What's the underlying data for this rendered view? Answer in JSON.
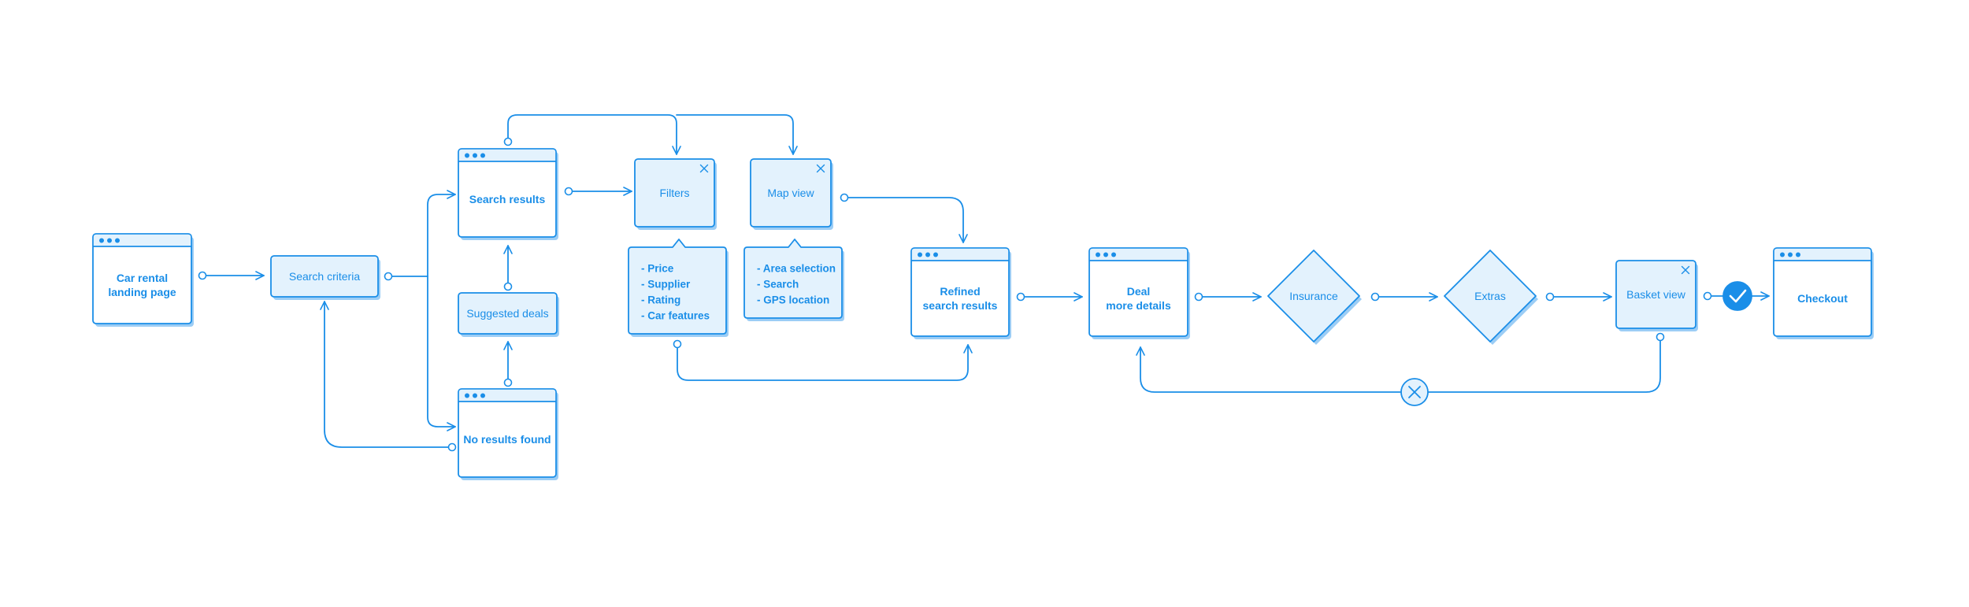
{
  "colors": {
    "stroke": "#1a8ee8",
    "fill": "#e3f2fd",
    "shadow": "#9ccdf5",
    "check_fill": "#1a8ee8"
  },
  "nodes": {
    "landing": {
      "lines": [
        "Car rental",
        "landing page"
      ]
    },
    "search_criteria": {
      "lines": [
        "Search criteria"
      ]
    },
    "search_results": {
      "lines": [
        "Search results"
      ]
    },
    "suggested_deals": {
      "lines": [
        "Suggested deals"
      ]
    },
    "no_results": {
      "lines": [
        "No results found"
      ]
    },
    "filters": {
      "lines": [
        "Filters"
      ]
    },
    "map_view": {
      "lines": [
        "Map view"
      ]
    },
    "filters_list": {
      "lines": [
        "- Price",
        "- Supplier",
        "- Rating",
        "- Car features"
      ]
    },
    "map_list": {
      "lines": [
        "- Area selection",
        "- Search",
        "- GPS location"
      ]
    },
    "refined": {
      "lines": [
        "Refined",
        "search results"
      ]
    },
    "deal": {
      "lines": [
        "Deal",
        "more details"
      ]
    },
    "insurance": {
      "lines": [
        "Insurance"
      ]
    },
    "extras": {
      "lines": [
        "Extras"
      ]
    },
    "basket": {
      "lines": [
        "Basket view"
      ]
    },
    "checkout": {
      "lines": [
        "Checkout"
      ]
    }
  }
}
